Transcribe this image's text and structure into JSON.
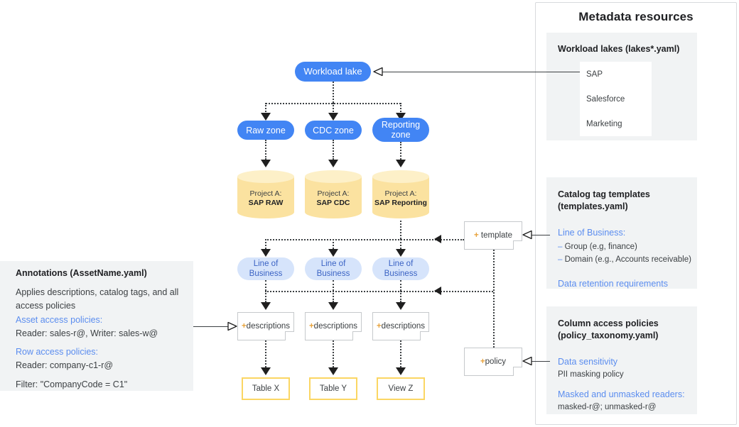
{
  "meta_panel": {
    "title": "Metadata resources",
    "lakes": {
      "title": "Workload lakes (lakes*.yaml)",
      "items": [
        "SAP",
        "Salesforce",
        "Marketing"
      ]
    },
    "templates": {
      "title": "Catalog tag templates (templates.yaml)",
      "lob_heading": "Line of Business:",
      "bullet1": "Group (e.g, finance)",
      "bullet2": "Domain (e.g., Accounts receivable)",
      "retention": "Data retention requirements",
      "dash": "–"
    },
    "policies": {
      "title": "Column access policies (policy_taxonomy.yaml)",
      "sensitivity_heading": "Data sensitivity",
      "sensitivity_value": "PII masking policy",
      "readers_heading": "Masked and unmasked readers:",
      "readers_value": "masked-r@; unmasked-r@"
    }
  },
  "annotations": {
    "title": "Annotations (AssetName.yaml)",
    "description": "Applies descriptions, catalog tags, and all access policies",
    "asset_heading": "Asset access policies:",
    "asset_value": "Reader: sales-r@, Writer: sales-w@",
    "row_heading": "Row access policies:",
    "row_value": "Reader: company-c1-r@",
    "filter_value": "Filter: \"CompanyCode = C1\""
  },
  "flow": {
    "workload_lake": "Workload lake",
    "zones": [
      "Raw zone",
      "CDC zone",
      "Reporting zone"
    ],
    "projects": [
      {
        "prefix": "Project A:",
        "name": "SAP RAW"
      },
      {
        "prefix": "Project A:",
        "name": "SAP CDC"
      },
      {
        "prefix": "Project A:",
        "name": "SAP Reporting"
      }
    ],
    "lob_pills": [
      "Line of Business",
      "Line of Business",
      "Line of Business"
    ],
    "descriptions": [
      "descriptions",
      "descriptions",
      "descriptions"
    ],
    "tables": [
      "Table X",
      "Table Y",
      "View Z"
    ],
    "note_template_plus": "+",
    "note_template_label": " template",
    "note_policy_plus": "+",
    "note_policy_label": "policy",
    "plus_sign": "+"
  },
  "colors": {
    "brand_blue": "#4285f4",
    "light_blue": "#d6e4fb",
    "link_blue": "#5b8def",
    "cylinder_yellow": "#fbe2a0",
    "table_border_yellow": "#fbd663",
    "panel_gray": "#f1f3f4",
    "plus_orange": "#e8a33d"
  }
}
